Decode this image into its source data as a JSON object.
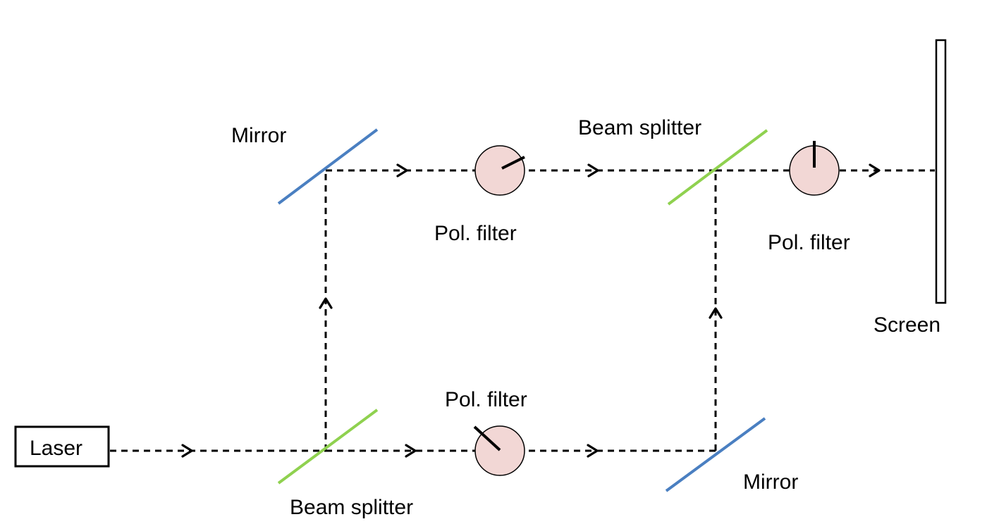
{
  "labels": {
    "laser": "Laser",
    "mirror_top": "Mirror",
    "mirror_bottom": "Mirror",
    "beam_splitter_top": "Beam splitter",
    "beam_splitter_bottom": "Beam splitter",
    "pol_filter_top": "Pol. filter",
    "pol_filter_bottom": "Pol. filter",
    "pol_filter_output": "Pol. filter",
    "screen": "Screen"
  },
  "colors": {
    "mirror": "#4a7fc1",
    "beam_splitter": "#8fd14f",
    "pol_filter_fill": "#f2d7d5",
    "beam_path": "#000000",
    "box_stroke": "#000000"
  }
}
